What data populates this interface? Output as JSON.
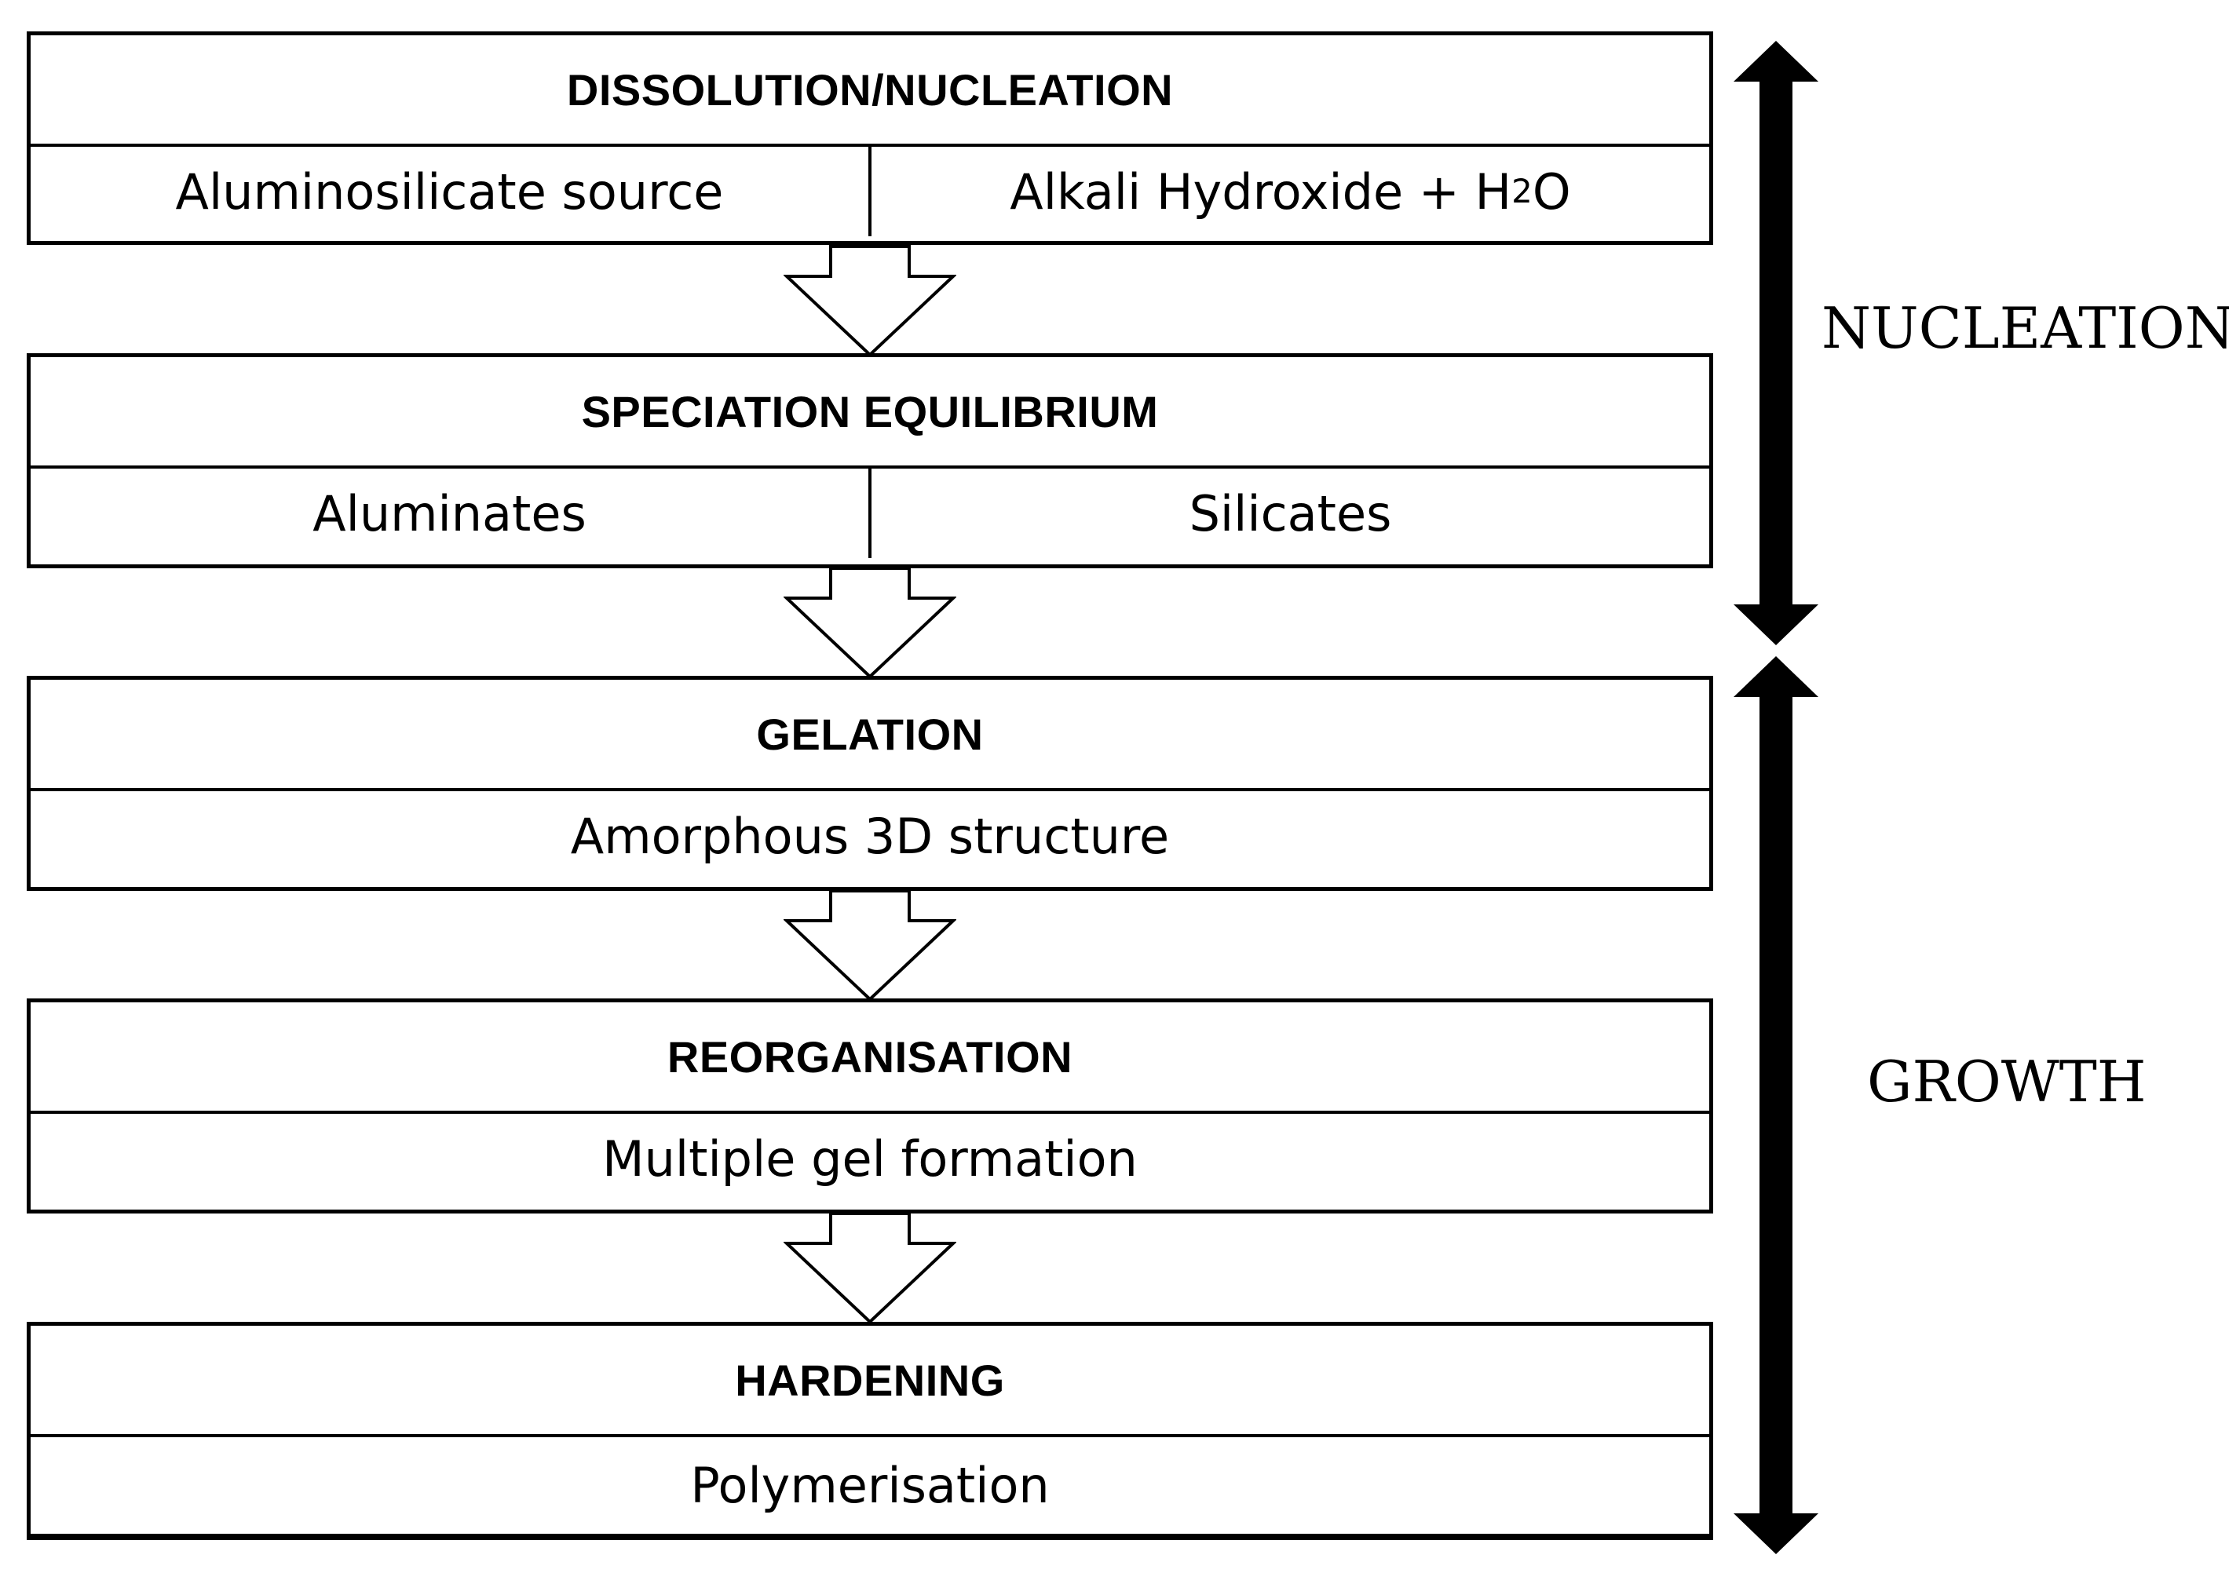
{
  "stages": [
    {
      "title": "DISSOLUTION/NUCLEATION",
      "cells": [
        "Aluminosilicate source",
        "Alkali Hydroxide + H",
        "2",
        "O"
      ]
    },
    {
      "title": "SPECIATION EQUILIBRIUM",
      "cells": [
        "Aluminates",
        "Silicates"
      ]
    },
    {
      "title": "GELATION",
      "cells": [
        "Amorphous 3D structure"
      ]
    },
    {
      "title": "REORGANISATION",
      "cells": [
        "Multiple gel formation"
      ]
    },
    {
      "title": "HARDENING",
      "cells": [
        "Polymerisation"
      ]
    }
  ],
  "phases": {
    "nucleation": "NUCLEATION",
    "growth": "GROWTH"
  },
  "colors": {
    "line": "#000000",
    "fill": "#ffffff"
  }
}
